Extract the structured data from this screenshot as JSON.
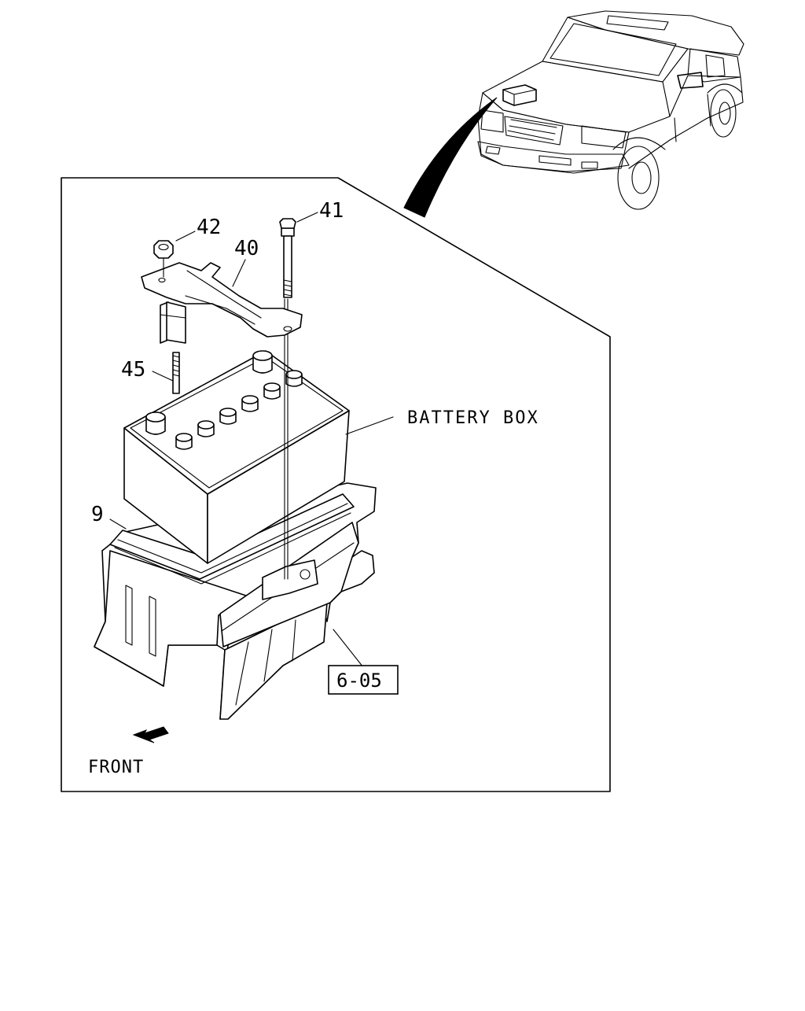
{
  "callouts": {
    "bolt": "41",
    "nut": "42",
    "bracket": "40",
    "rod": "45",
    "tray": "9",
    "battery_box": "BATTERY BOX",
    "reference": "6-05",
    "front": "FRONT"
  },
  "colors": {
    "line": "#000000",
    "background": "#ffffff"
  },
  "icons": {
    "front_arrow": "arrow-down-left-icon"
  }
}
